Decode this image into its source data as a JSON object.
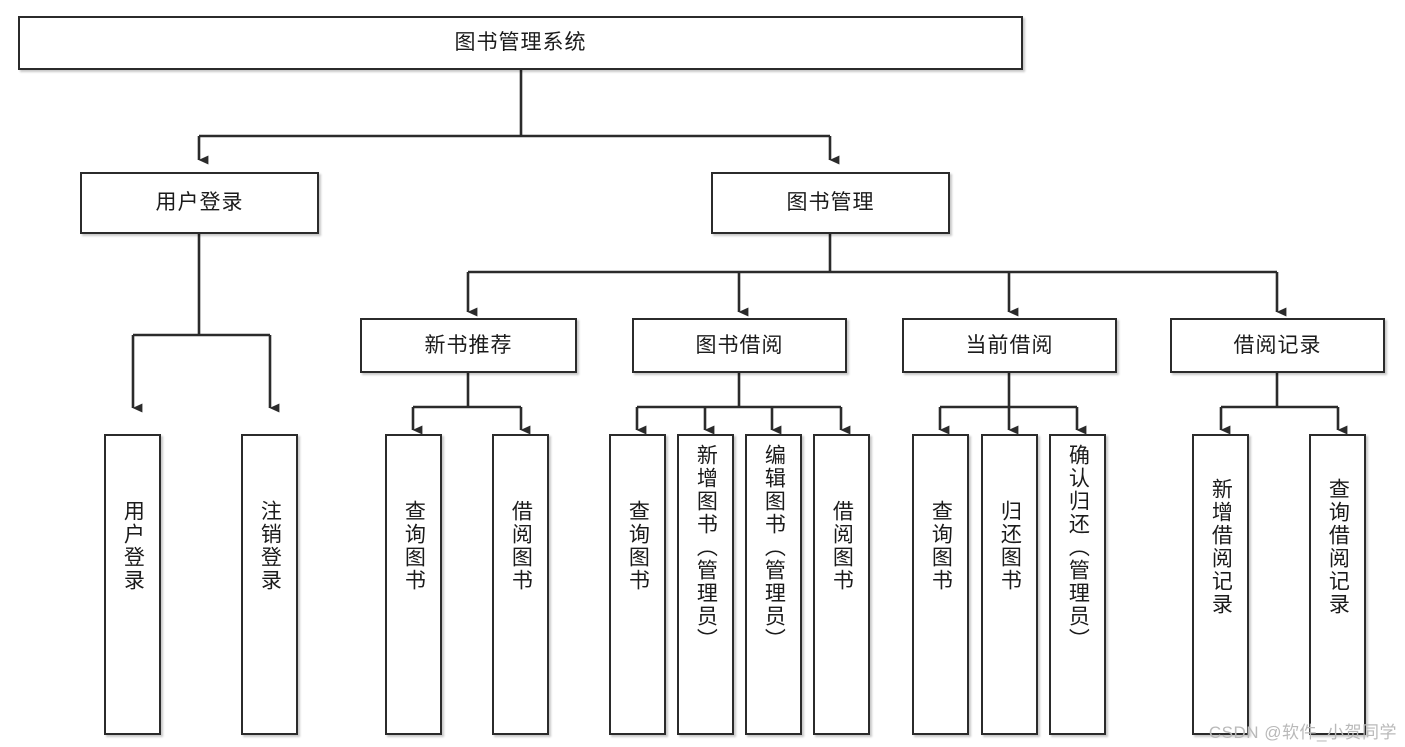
{
  "diagram": {
    "title": "图书管理系统",
    "type": "tree",
    "root": {
      "label": "图书管理系统"
    },
    "level2": [
      {
        "label": "用户登录"
      },
      {
        "label": "图书管理"
      }
    ],
    "level3": [
      {
        "label": "新书推荐"
      },
      {
        "label": "图书借阅"
      },
      {
        "label": "当前借阅"
      },
      {
        "label": "借阅记录"
      }
    ],
    "leaves": {
      "user_login": [
        {
          "label": "用户登录"
        },
        {
          "label": "注销登录"
        }
      ],
      "new_book_recommend": [
        {
          "label": "查询图书"
        },
        {
          "label": "借阅图书"
        }
      ],
      "book_borrow": [
        {
          "label": "查询图书"
        },
        {
          "label": "新增图书（管理员）"
        },
        {
          "label": "编辑图书（管理员）"
        },
        {
          "label": "借阅图书"
        }
      ],
      "current_borrow": [
        {
          "label": "查询图书"
        },
        {
          "label": "归还图书"
        },
        {
          "label": "确认归还（管理员）"
        }
      ],
      "borrow_records": [
        {
          "label": "新增借阅记录"
        },
        {
          "label": "查询借阅记录"
        }
      ]
    }
  },
  "watermark": {
    "text": "CSDN @软件_小贺同学"
  },
  "colors": {
    "border": "#2b2b2b",
    "background": "#ffffff",
    "text": "#1b1b1b",
    "watermark": "#b9b9b9"
  }
}
